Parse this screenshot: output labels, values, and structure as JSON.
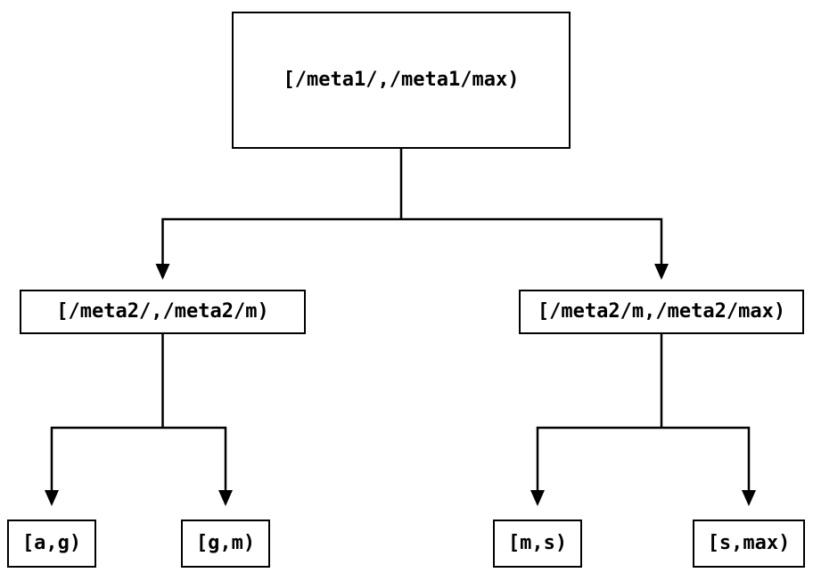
{
  "diagram": {
    "type": "tree",
    "colors": {
      "background": "#ffffff",
      "line": "#000000",
      "text": "#000000"
    },
    "nodes": {
      "root": {
        "label": "[/meta1/,/meta1/max)"
      },
      "meta2_low": {
        "label": "[/meta2/,/meta2/m)"
      },
      "meta2_high": {
        "label": "[/meta2/m,/meta2/max)"
      },
      "leaf_a_g": {
        "label": "[a,g)"
      },
      "leaf_g_m": {
        "label": "[g,m)"
      },
      "leaf_m_s": {
        "label": "[m,s)"
      },
      "leaf_s_max": {
        "label": "[s,max)"
      }
    }
  }
}
